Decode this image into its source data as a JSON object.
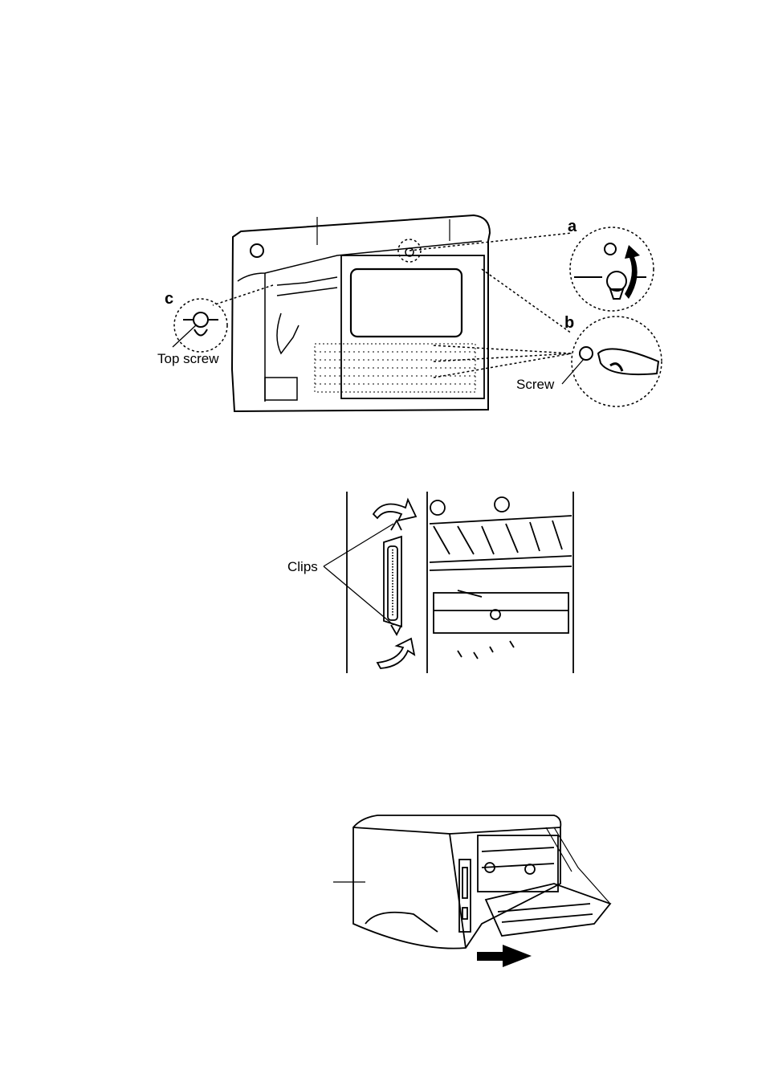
{
  "figure1": {
    "label_a": "a",
    "label_b": "b",
    "label_c": "c",
    "top_screw": "Top screw",
    "screw": "Screw"
  },
  "figure2": {
    "clips": "Clips"
  },
  "figure3": {}
}
